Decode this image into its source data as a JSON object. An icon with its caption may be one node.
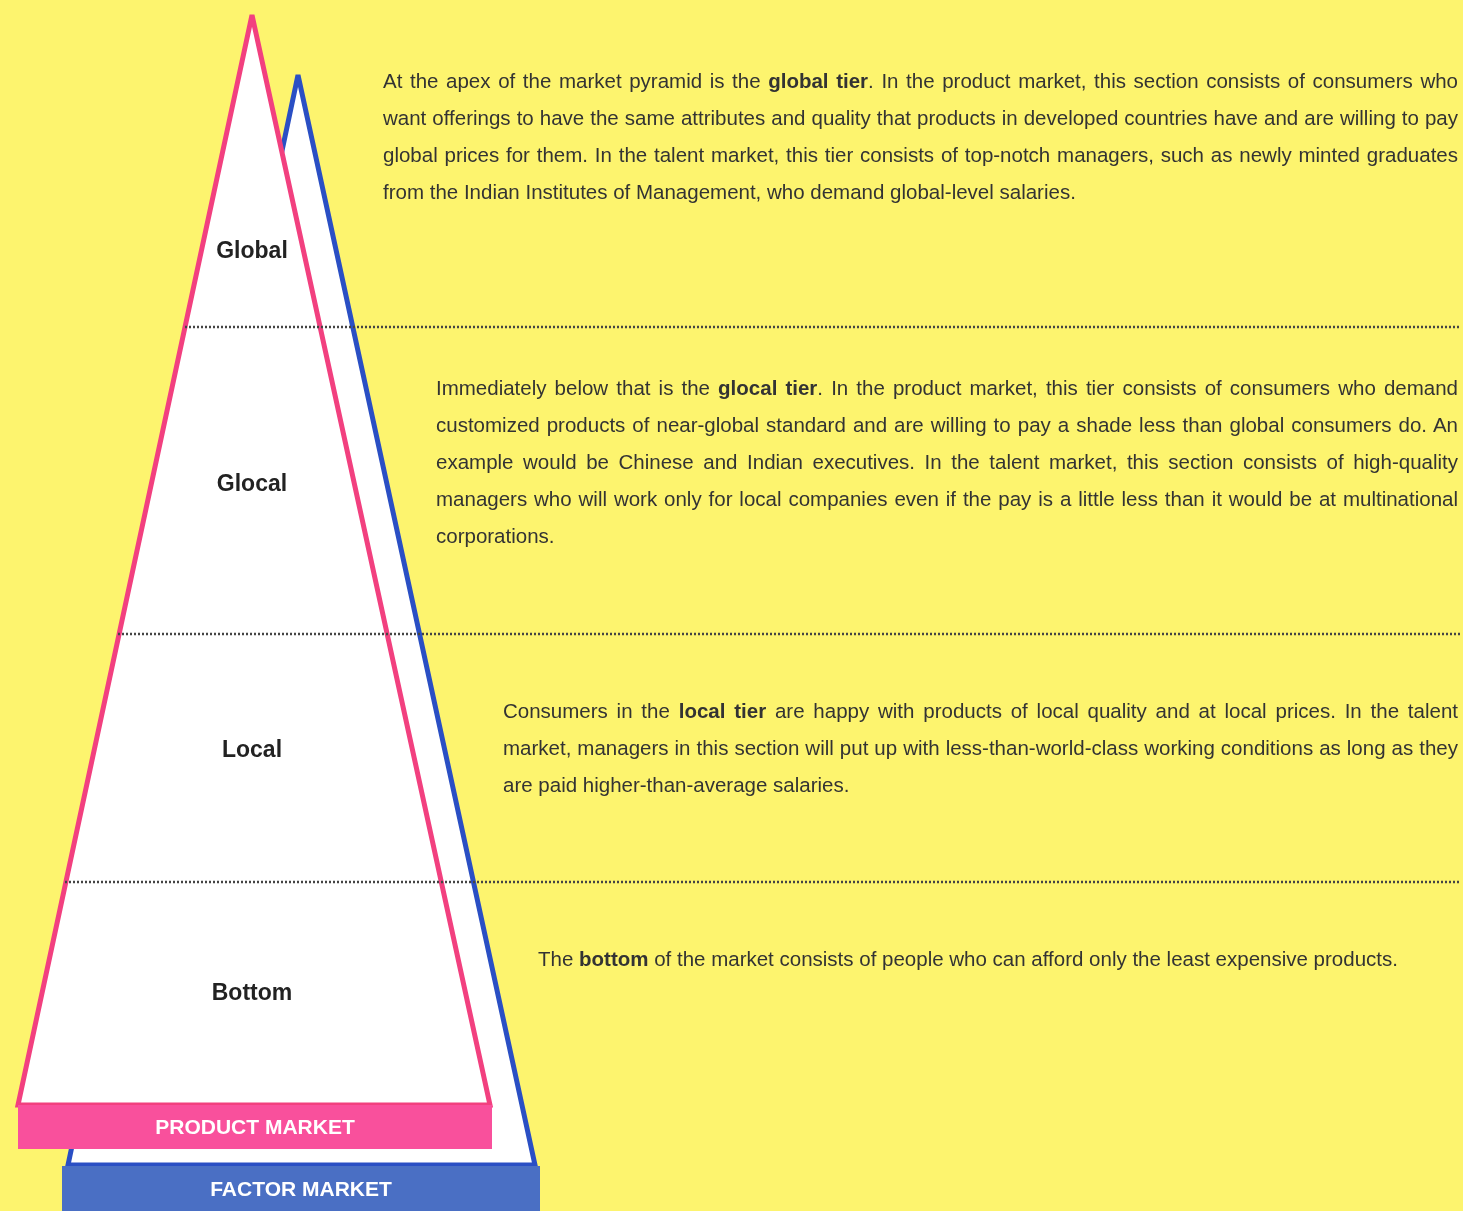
{
  "diagram": {
    "nodes": [
      {
        "text": [
          "Global"
        ]
      },
      {
        "text": [
          "Glocal"
        ]
      },
      {
        "text": [
          "Local"
        ]
      },
      {
        "text": [
          "Bottom"
        ]
      },
      {
        "text": [
          "PRODUCT MARKET"
        ]
      },
      {
        "text": [
          "FACTOR MARKET"
        ]
      }
    ],
    "edges": [],
    "labels": [
      "At the apex of the market pyramid is the **global tier**. In the product market, this section consists of consumers who want offerings to have the same attributes and quality that products in developed countries have and are willing to pay global prices for them. In the talent market, this tier consists of top-notch managers, such as newly minted graduates from the Indian Institutes of Management, who demand global-level salaries.",
      "Immediately below that is the **glocal tier**. In the product market, this tier consists of consumers who demand customized products of near-global standard and are willing to pay a shade less than global consumers do. An example would be Chinese and Indian executives. In the talent market, this section consists of high-quality managers who will work only for local companies even if the pay is a little less than it would be at multinational corporations.",
      "Consumers in the **local tier** are happy with products of local quality and at local prices. In the talent market, managers in this section will put up with less-than-world-class working conditions as long as they are paid higher-than-average salaries.",
      "The **bottom** of the market consists of people who can afford only the least expensive products."
    ]
  }
}
